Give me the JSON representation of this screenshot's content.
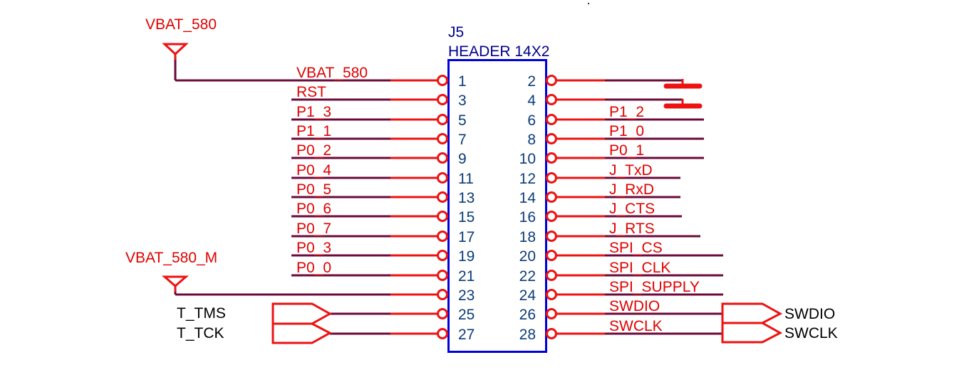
{
  "colors": {
    "wire": "#6b0a3a",
    "pin_stub": "#ee1111",
    "net_label": "#e00000",
    "component_outline": "#0000dd",
    "component_text": "#00008c",
    "pin_number": "#0b3c78",
    "port_text": "#000000"
  },
  "component": {
    "refdes": "J5",
    "value": "HEADER 14X2"
  },
  "power_ports": [
    {
      "name": "VBAT_580",
      "pin": 1,
      "icon": "power-arrow-icon"
    },
    {
      "name": "VBAT_580_M",
      "pin": 23,
      "icon": "power-arrow-icon"
    }
  ],
  "left_pins": [
    {
      "number": "1",
      "net": "VBAT_580"
    },
    {
      "number": "3",
      "net": "RST"
    },
    {
      "number": "5",
      "net": "P1_3"
    },
    {
      "number": "7",
      "net": "P1_1"
    },
    {
      "number": "9",
      "net": "P0_2"
    },
    {
      "number": "11",
      "net": "P0_4"
    },
    {
      "number": "13",
      "net": "P0_5"
    },
    {
      "number": "15",
      "net": "P0_6"
    },
    {
      "number": "17",
      "net": "P0_7"
    },
    {
      "number": "19",
      "net": "P0_3"
    },
    {
      "number": "21",
      "net": "P0_0"
    },
    {
      "number": "23",
      "net": ""
    },
    {
      "number": "25",
      "net": ""
    },
    {
      "number": "27",
      "net": ""
    }
  ],
  "right_pins": [
    {
      "number": "2",
      "net": ""
    },
    {
      "number": "4",
      "net": ""
    },
    {
      "number": "6",
      "net": "P1_2"
    },
    {
      "number": "8",
      "net": "P1_0"
    },
    {
      "number": "10",
      "net": "P0_1"
    },
    {
      "number": "12",
      "net": "J_TxD"
    },
    {
      "number": "14",
      "net": "J_RxD"
    },
    {
      "number": "16",
      "net": "J_CTS"
    },
    {
      "number": "18",
      "net": "J_RTS"
    },
    {
      "number": "20",
      "net": "SPI_CS"
    },
    {
      "number": "22",
      "net": "SPI_CLK"
    },
    {
      "number": "24",
      "net": "SPI_SUPPLY"
    },
    {
      "number": "26",
      "net": "SWDIO"
    },
    {
      "number": "28",
      "net": "SWCLK"
    }
  ],
  "ground_symbols": [
    {
      "pin": 2,
      "icon": "ground-icon"
    },
    {
      "pin": 4,
      "icon": "ground-icon"
    }
  ],
  "left_ports": [
    {
      "name": "T_TMS",
      "pin": 25,
      "icon": "port-arrow-icon"
    },
    {
      "name": "T_TCK",
      "pin": 27,
      "icon": "port-arrow-icon"
    }
  ],
  "right_ports": [
    {
      "name": "SWDIO",
      "pin": 26,
      "icon": "port-arrow-icon"
    },
    {
      "name": "SWCLK",
      "pin": 28,
      "icon": "port-arrow-icon"
    }
  ]
}
